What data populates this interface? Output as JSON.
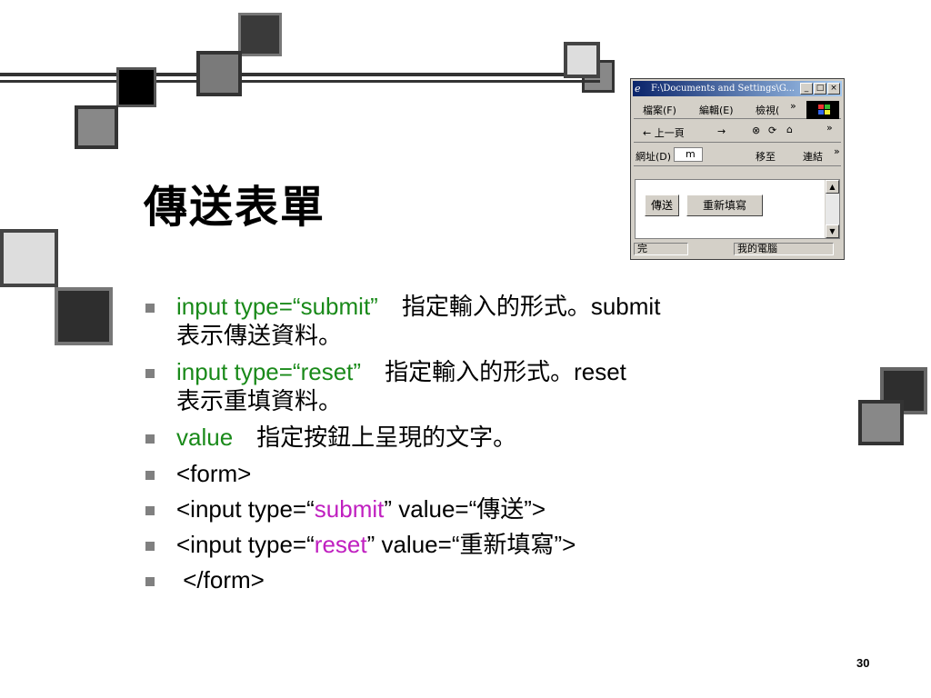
{
  "slide": {
    "title": "傳送表單",
    "page_number": "30"
  },
  "bullets": [
    {
      "code": "input type=“submit”",
      "desc_a": "　指定輸入的形式。",
      "desc_b": "submit",
      "desc_c": "表示傳送資料。"
    },
    {
      "code": "input type=“reset”",
      "desc_a": "　指定輸入的形式。",
      "desc_b": "reset",
      "desc_c": "表示重填資料。"
    },
    {
      "code": "value",
      "desc_a": "　指定按鈕上呈現的文字。"
    },
    {
      "text": "<form>"
    },
    {
      "pre": "<input type=“",
      "word": "submit",
      "post": "” value=“傳送”>"
    },
    {
      "pre": "<input type=“",
      "word": "reset",
      "post": "” value=“重新填寫”>"
    },
    {
      "text": " </form>"
    }
  ],
  "browser": {
    "title": "F:\\Documents and Settings\\G...",
    "menu": [
      "檔案(F)",
      "編輯(E)",
      "檢視(",
      "»"
    ],
    "toolbar": {
      "back": "← 上一頁",
      "forward": "→",
      "more": "»"
    },
    "address": {
      "label": "網址(D)",
      "value": "m",
      "go": "移至",
      "links": "連結",
      "more": "»"
    },
    "buttons": {
      "submit": "傳送",
      "reset": "重新填寫"
    },
    "status": {
      "done": "完",
      "zone": "我的電腦"
    },
    "window_buttons": [
      "_",
      "□",
      "×"
    ]
  },
  "colors": {
    "code_green": "#1a8a1a",
    "keyword_magenta": "#c020c0",
    "bullet_gray": "#808080"
  }
}
